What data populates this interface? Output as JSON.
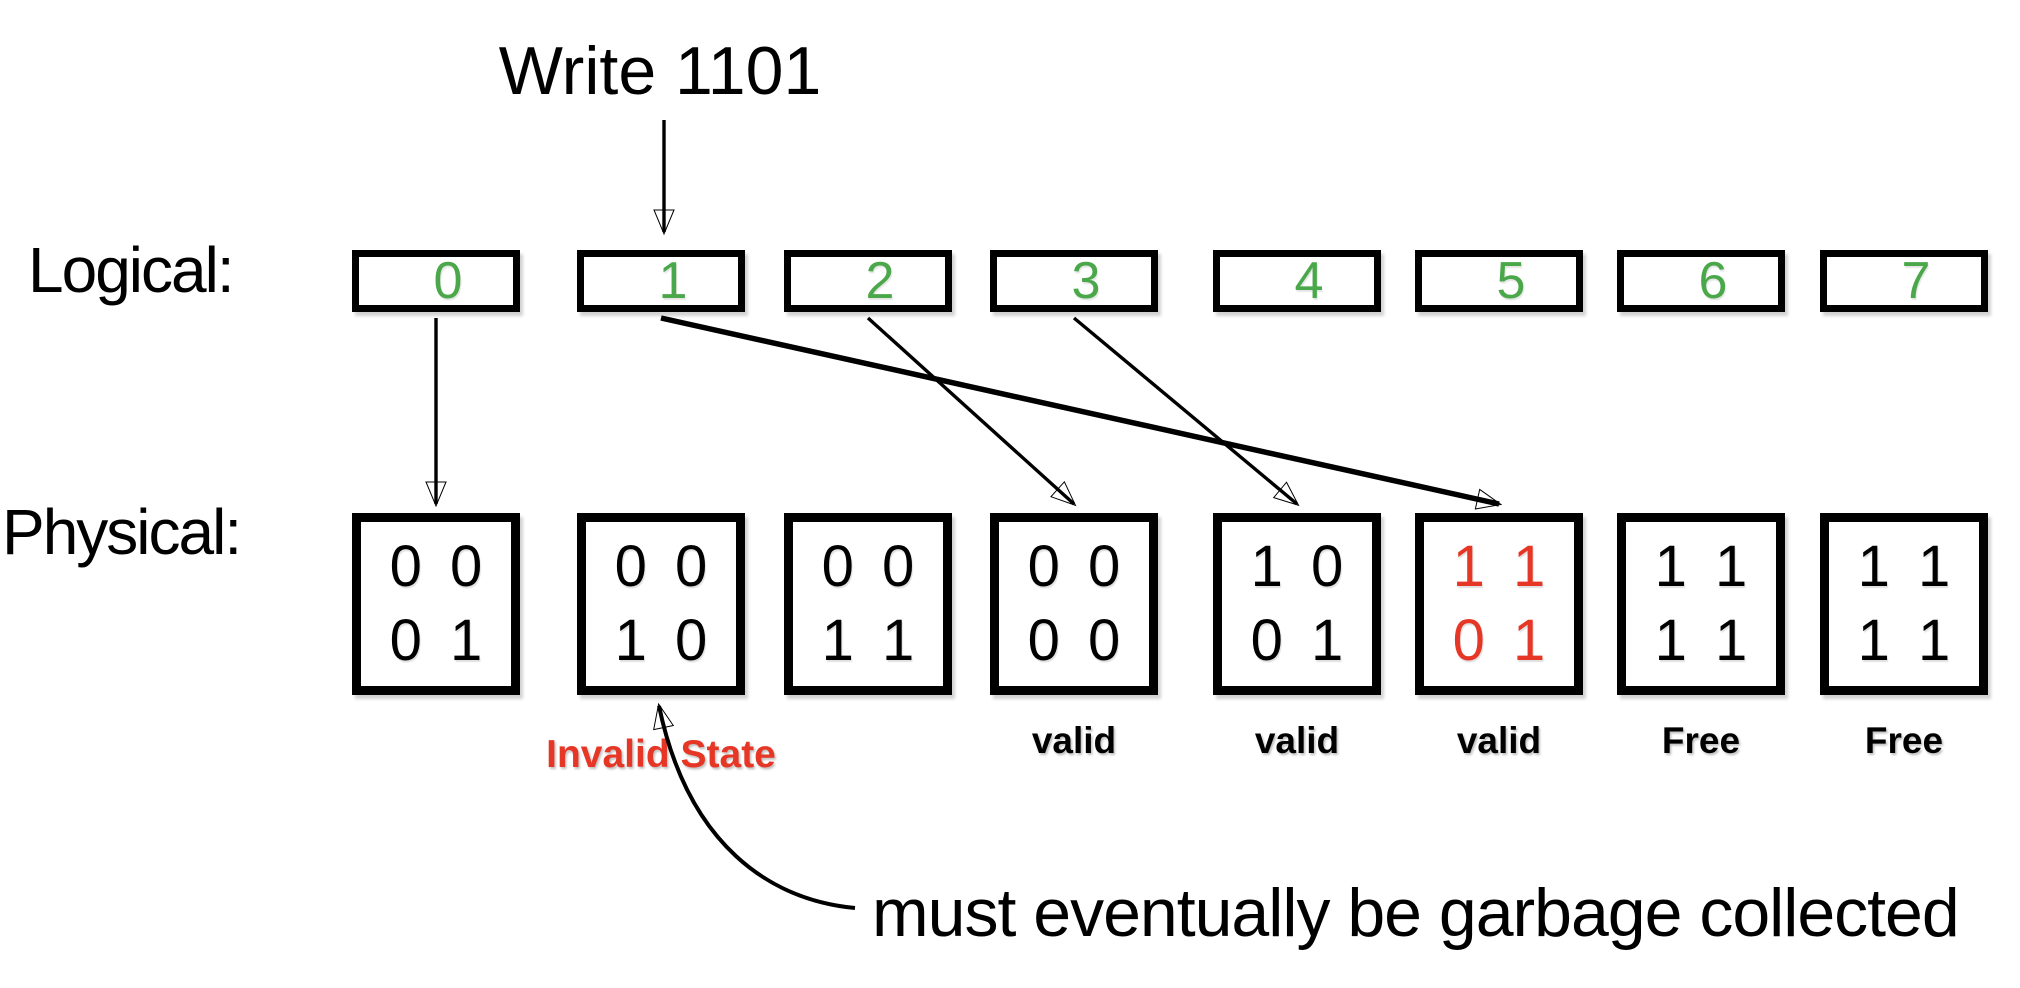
{
  "write_label": "Write 1101",
  "logical_label": "Logical:",
  "physical_label": "Physical:",
  "garbage_note": "must eventually be garbage collected",
  "logical_blocks": [
    "0",
    "1",
    "2",
    "3",
    "4",
    "5",
    "6",
    "7"
  ],
  "physical_blocks": [
    {
      "bits": [
        "0 0",
        "0 1"
      ],
      "red_bits": false,
      "state": null,
      "state_invalid": false
    },
    {
      "bits": [
        "0 0",
        "1 0"
      ],
      "red_bits": false,
      "state": "Invalid State",
      "state_invalid": true
    },
    {
      "bits": [
        "0 0",
        "1 1"
      ],
      "red_bits": false,
      "state": null,
      "state_invalid": false
    },
    {
      "bits": [
        "0 0",
        "0 0"
      ],
      "red_bits": false,
      "state": "valid",
      "state_invalid": false
    },
    {
      "bits": [
        "1 0",
        "0 1"
      ],
      "red_bits": false,
      "state": "valid",
      "state_invalid": false
    },
    {
      "bits": [
        "1 1",
        "0 1"
      ],
      "red_bits": true,
      "state": "valid",
      "state_invalid": false
    },
    {
      "bits": [
        "1 1",
        "1 1"
      ],
      "red_bits": false,
      "state": "Free",
      "state_invalid": false
    },
    {
      "bits": [
        "1 1",
        "1 1"
      ],
      "red_bits": false,
      "state": "Free",
      "state_invalid": false
    }
  ],
  "mappings": [
    {
      "from_logical": 0,
      "to_physical": 0,
      "emphasized": false
    },
    {
      "from_logical": 1,
      "to_physical": 5,
      "emphasized": true
    },
    {
      "from_logical": 2,
      "to_physical": 3,
      "emphasized": false
    },
    {
      "from_logical": 3,
      "to_physical": 4,
      "emphasized": false
    }
  ],
  "colors": {
    "green": "#4aa84a",
    "red": "#e63726",
    "line": "#000000"
  }
}
